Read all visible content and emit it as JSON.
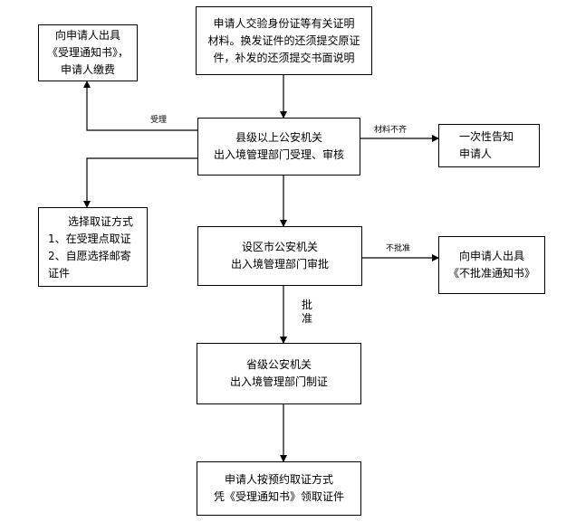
{
  "nodes": {
    "apply": [
      "申请人交验身份证等有关证明",
      "材料。换发证件的还须提交原证",
      "件，补发的还须提交书面说明"
    ],
    "receipt": [
      "向申请人出具",
      "《受理通知书》，",
      "申请人缴费"
    ],
    "county": [
      "县级以上公安机关",
      "出入境管理部门受理、审核"
    ],
    "notify_once": [
      "一次性告知",
      "申请人"
    ],
    "pickup_method": [
      "选择取证方式",
      "1、在受理点取证",
      "2、自愿选择邮寄",
      "证件"
    ],
    "city": [
      "设区市公安机关",
      "出入境管理部门审批"
    ],
    "not_approved": [
      "向申请人出具",
      "《不批准通知书》"
    ],
    "province": [
      "省级公安机关",
      "出入境管理部门制证"
    ],
    "collect": [
      "申请人按预约取证方式",
      "凭《受理通知书》领取证件"
    ]
  },
  "edge_labels": {
    "accepted": "受理",
    "incomplete": "材料不齐",
    "not_approved": "不批准",
    "approved": "批准"
  },
  "colors": {
    "line": "#000000",
    "background": "#ffffff"
  }
}
